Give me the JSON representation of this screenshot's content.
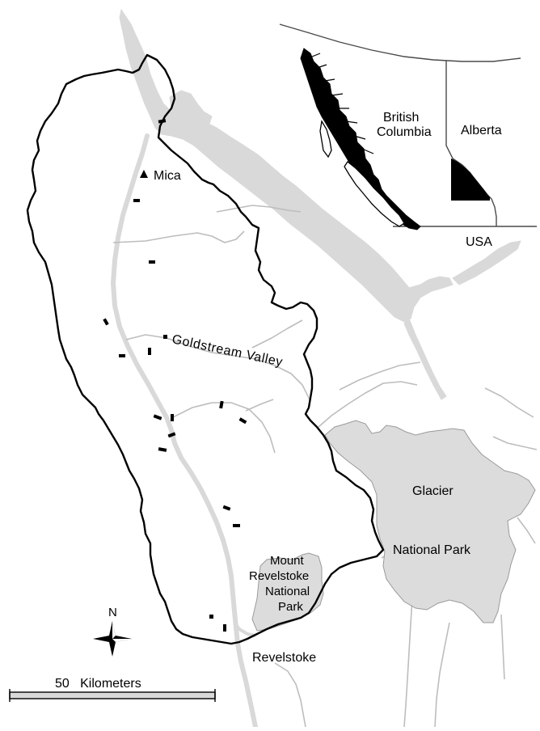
{
  "map": {
    "labels": {
      "mica": "Mica",
      "goldstream_valley": "Goldstream Valley",
      "glacier": "Glacier",
      "national_park": "National Park",
      "mount_revelstoke_line1": "Mount",
      "mount_revelstoke_line2": "Revelstoke",
      "mount_revelstoke_line3": "National",
      "mount_revelstoke_line4": "Park",
      "revelstoke": "Revelstoke"
    },
    "inset": {
      "british_columbia_line1": "British",
      "british_columbia_line2": "Columbia",
      "alberta": "Alberta",
      "usa": "USA"
    },
    "north_arrow": {
      "label": "N"
    },
    "scale_bar": {
      "label": "50   Kilometers"
    },
    "colors": {
      "water": "#d9d9d9",
      "park_fill": "#dcdcdc",
      "boundary": "#000000",
      "road": "#b8b8b8",
      "study_area_inset": "#000000"
    }
  }
}
